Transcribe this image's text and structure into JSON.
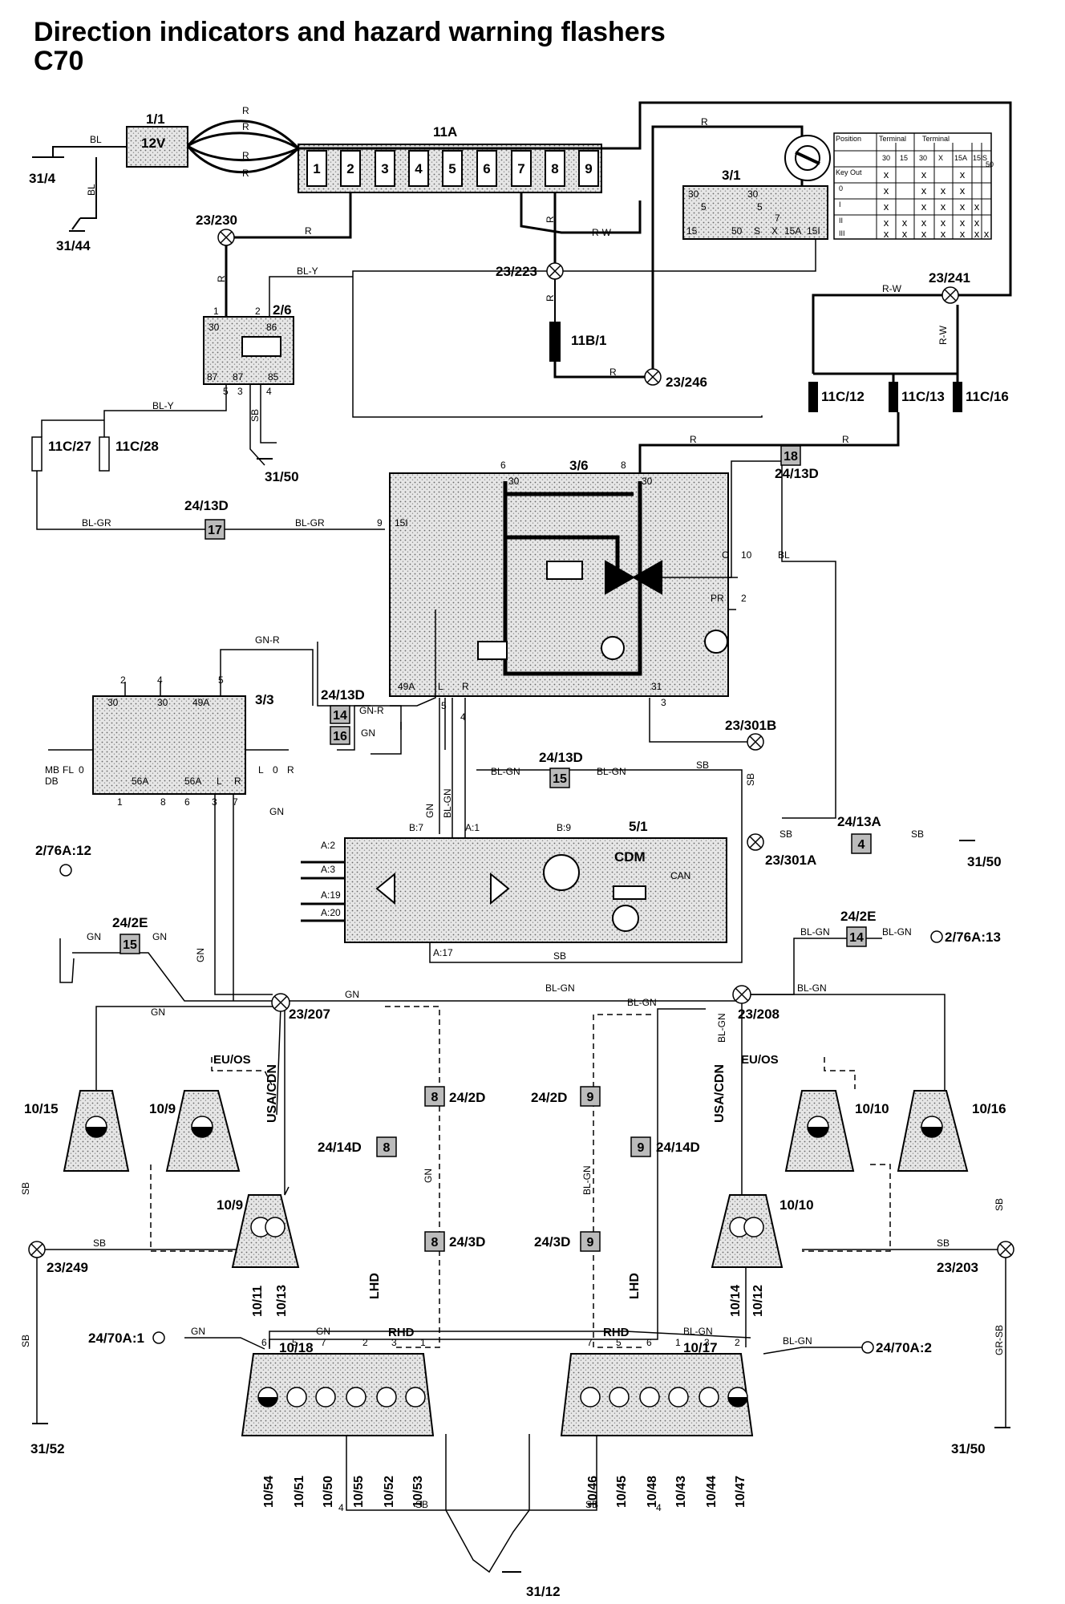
{
  "title": {
    "line1": "Direction indicators and hazard warning flashers",
    "line2": "C70"
  },
  "grounds": {
    "g31_4": "31/4",
    "g31_44": "31/44",
    "g31_50a": "31/50",
    "g31_50b": "31/50",
    "g31_50c": "31/50",
    "g31_52": "31/52",
    "g31_12": "31/12"
  },
  "components": {
    "battery": {
      "id": "1/1",
      "voltage": "12V"
    },
    "fusebox": {
      "id": "11A",
      "fuses": [
        "1",
        "2",
        "3",
        "4",
        "5",
        "6",
        "7",
        "8",
        "9"
      ]
    },
    "ignition": {
      "id": "3/1",
      "pins": [
        "30",
        "30",
        "15",
        "50",
        "S",
        "X",
        "15A",
        "15I"
      ],
      "inner": [
        "5",
        "7"
      ]
    },
    "relay": {
      "id": "2/6",
      "pins": [
        "30",
        "86",
        "87",
        "87",
        "85"
      ],
      "nums": [
        "1",
        "2",
        "5",
        "3",
        "4"
      ]
    },
    "fuse11B1": "11B/1",
    "fuse11C27": "11C/27",
    "fuse11C28": "11C/28",
    "fuse11C12": "11C/12",
    "fuse11C13": "11C/13",
    "fuse11C16": "11C/16",
    "flasher": {
      "id": "3/6",
      "pins": [
        "6",
        "30",
        "8",
        "30",
        "9",
        "15I",
        "C",
        "10",
        "PR",
        "2",
        "49A",
        "5",
        "4",
        "L",
        "R",
        "31",
        "3"
      ]
    },
    "switch": {
      "id": "3/3",
      "pins": [
        "2",
        "4",
        "5",
        "30",
        "30",
        "49A",
        "56A",
        "56A",
        "L",
        "R"
      ],
      "bottom": [
        "1",
        "8",
        "6",
        "3",
        "7"
      ],
      "side": [
        "MB",
        "DB",
        "FL",
        "0",
        "L",
        "0",
        "R"
      ]
    },
    "cdm": {
      "id": "5/1",
      "label": "CDM",
      "can": "CAN",
      "pins": [
        "A:2",
        "A:3",
        "A:19",
        "A:20",
        "B:7",
        "A:1",
        "B:9",
        "A:17"
      ]
    },
    "lamps": [
      "10/15",
      "10/9",
      "10/9",
      "10/10",
      "10/16",
      "10/10",
      "10/11",
      "10/13",
      "10/14",
      "10/12"
    ],
    "clusterL": {
      "id": "10/18",
      "pins": [
        "6",
        "5",
        "7",
        "2",
        "3",
        "1"
      ],
      "out": [
        "10/54",
        "10/51",
        "10/50",
        "10/55",
        "10/52",
        "10/53"
      ],
      "g": "4"
    },
    "clusterR": {
      "id": "10/17",
      "pins": [
        "7",
        "5",
        "6",
        "1",
        "3",
        "2"
      ],
      "out": [
        "10/46",
        "10/45",
        "10/48",
        "10/43",
        "10/44",
        "10/47"
      ],
      "g": "4"
    }
  },
  "splices": [
    "23/230",
    "23/223",
    "23/246",
    "23/241",
    "23/301B",
    "23/301A",
    "23/207",
    "23/208",
    "23/249",
    "23/203"
  ],
  "connectors": {
    "c24_13D_a": "24/13D",
    "c24_13D_b": "24/13D",
    "c24_13D_c": "24/13D",
    "c24_13D_d": "24/13D",
    "c24_13A": "24/13A",
    "c24_2E_a": "24/2E",
    "c24_2E_b": "24/2E",
    "c24_2D_a": "24/2D",
    "c24_14D_a": "24/14D",
    "c24_3D_a": "24/3D",
    "c24_2D_b": "24/2D",
    "c24_14D_b": "24/14D",
    "c24_3D_b": "24/3D",
    "c2_76A_12": "2/76A:12",
    "c2_76A_13": "2/76A:13",
    "c24_70A_1": "24/70A:1",
    "c24_70A_2": "24/70A:2"
  },
  "pins": {
    "p17": "17",
    "p18": "18",
    "p14a": "14",
    "p16": "16",
    "p15a": "15",
    "p4": "4",
    "p15b": "15",
    "p14b": "14",
    "p8a": "8",
    "p8b": "8",
    "p8c": "8",
    "p9a": "9",
    "p9b": "9",
    "p9c": "9"
  },
  "wires": {
    "R": "R",
    "BL": "BL",
    "BLY": "BL-Y",
    "BLGR": "BL-GR",
    "RW": "R-W",
    "GNR": "GN-R",
    "GN": "GN",
    "SB": "SB",
    "BLGN": "BL-GN",
    "GRSB": "GR-SB"
  },
  "markets": {
    "euos": "EU/OS",
    "usacdn": "USA/CDN",
    "lhd": "LHD",
    "rhd": "RHD"
  },
  "keytable": {
    "h1": "Position",
    "h2": "Terminal",
    "h3": "Terminal",
    "cols": [
      "30",
      "15",
      "30",
      "X",
      "15A",
      "15I",
      "S",
      "50"
    ],
    "rows": [
      "Key Out",
      "0",
      "I",
      "II",
      "III"
    ]
  }
}
